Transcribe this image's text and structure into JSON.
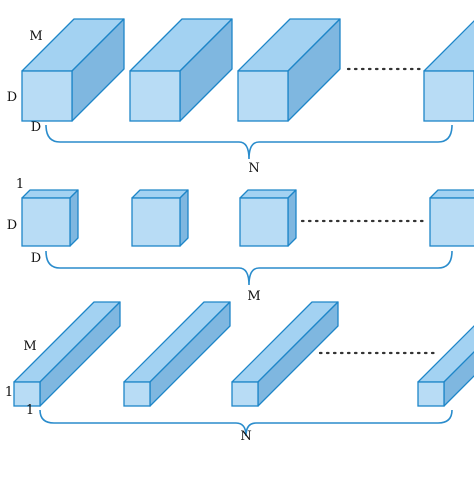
{
  "colors": {
    "front_face": "#b8dcf5",
    "top_face": "#a3d2f2",
    "side_face": "#7fb7e0",
    "edge": "#1e86c8",
    "brace": "#2a8ccc",
    "dots": "#333333",
    "label": "#111111"
  },
  "rows": [
    {
      "id": "row1",
      "depth_label": "M",
      "height_label": "D",
      "width_label": "D",
      "count_label": "N"
    },
    {
      "id": "row2",
      "depth_label": "1",
      "height_label": "D",
      "width_label": "D",
      "count_label": "M"
    },
    {
      "id": "row3",
      "depth_label": "M",
      "height_label": "1",
      "width_label": "1",
      "count_label": "N"
    }
  ],
  "ellipsis": "· · · · · · · · ·"
}
